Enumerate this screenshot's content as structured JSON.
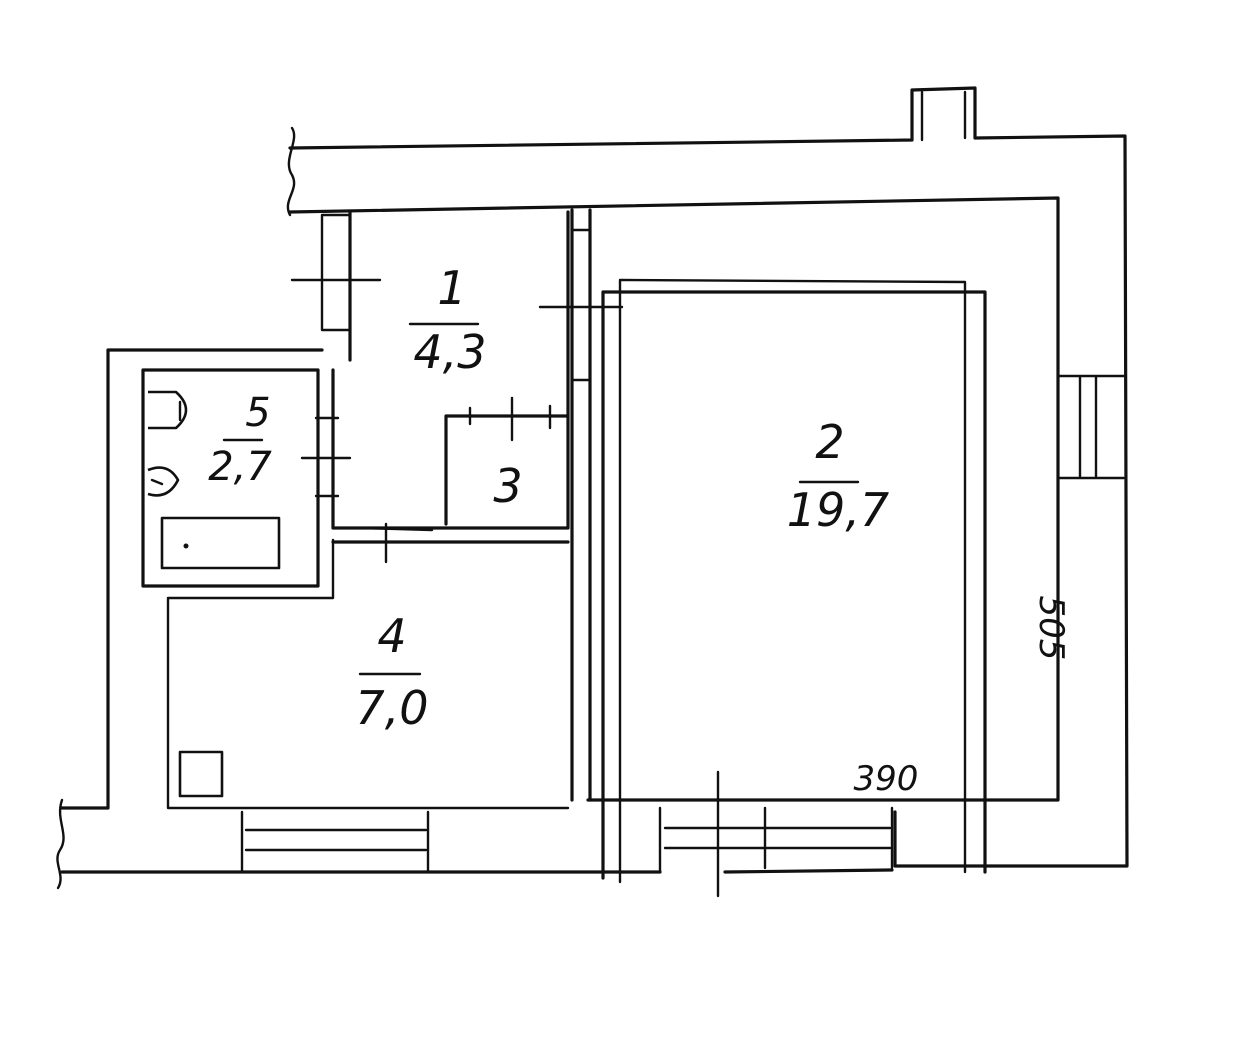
{
  "rooms": [
    {
      "id": "1",
      "number": "1",
      "area": "4,3"
    },
    {
      "id": "2",
      "number": "2",
      "area": "19,7"
    },
    {
      "id": "3",
      "number": "3"
    },
    {
      "id": "4",
      "number": "4",
      "area": "7,0"
    },
    {
      "id": "5",
      "number": "5",
      "area": "2,7"
    }
  ],
  "dimensions": {
    "room2_width": "390",
    "room2_length": "505"
  }
}
